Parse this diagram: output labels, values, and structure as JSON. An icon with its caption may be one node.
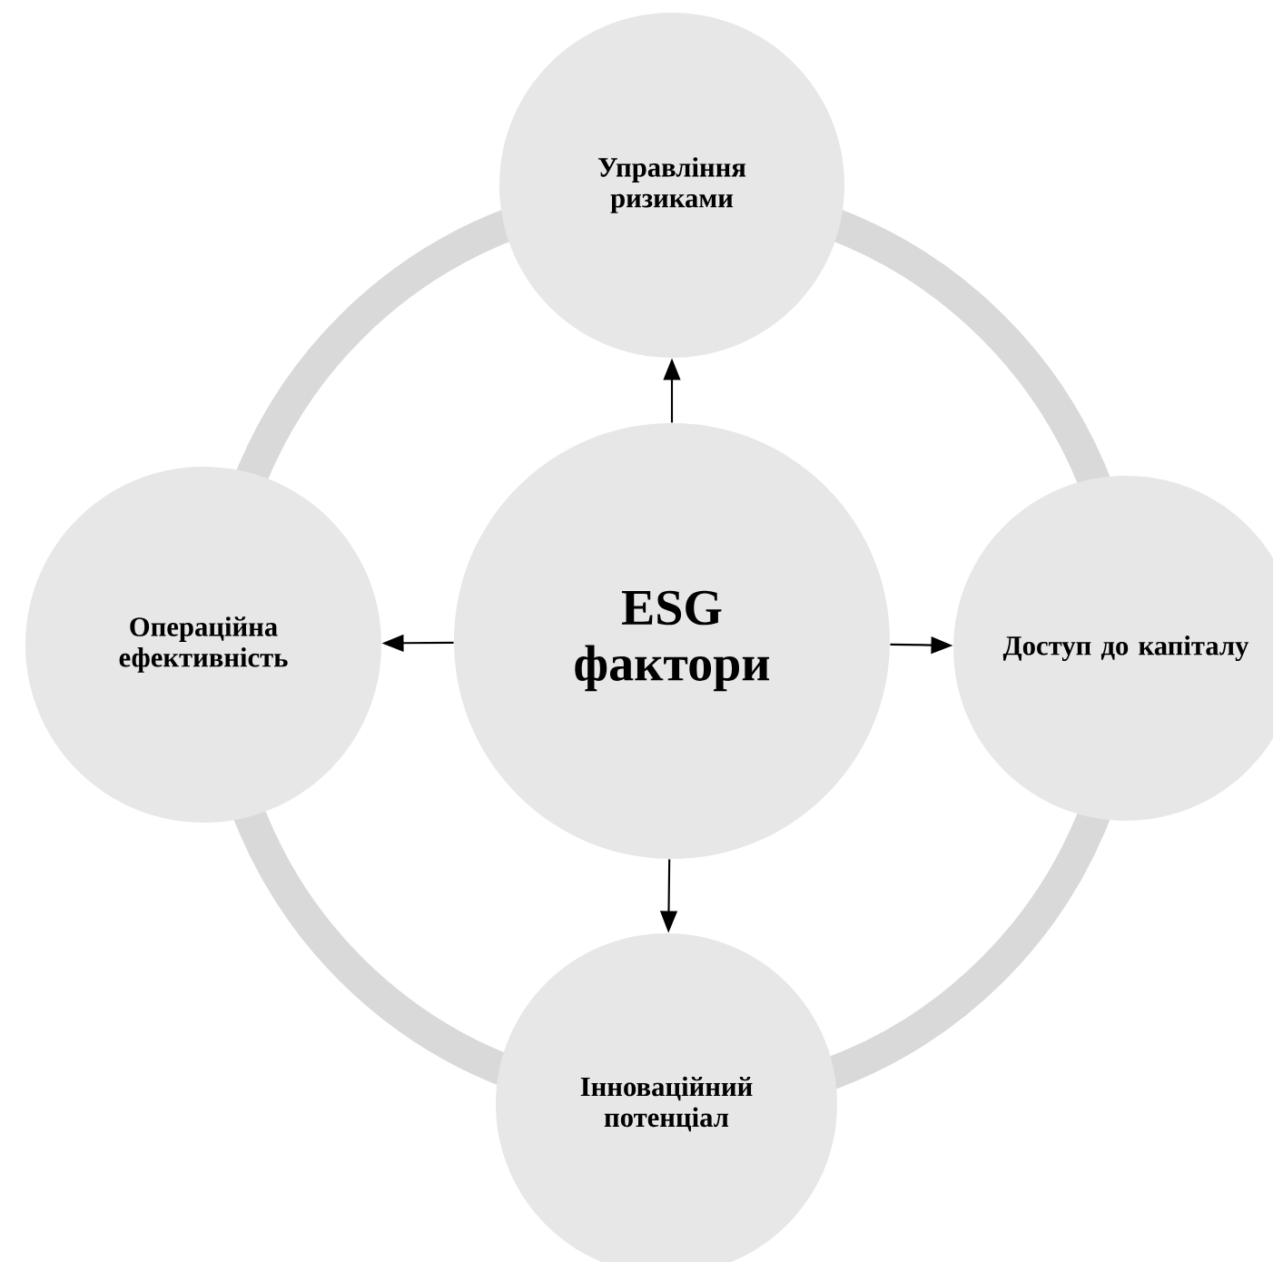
{
  "diagram": {
    "nodes": [
      {
        "text": [
          "ESG фактори"
        ]
      },
      {
        "text": [
          "Управління ризиками"
        ]
      },
      {
        "text": [
          "Операційна ефективність"
        ]
      },
      {
        "text": [
          "Доступ до капіталу"
        ]
      },
      {
        "text": [
          "Інноваційний потенціал"
        ]
      }
    ],
    "edges": [
      {
        "from": 0,
        "to": 1,
        "arrow": "to"
      },
      {
        "from": 0,
        "to": 2,
        "arrow": "to"
      },
      {
        "from": 0,
        "to": 3,
        "arrow": "to"
      },
      {
        "from": 0,
        "to": 4,
        "arrow": "to"
      }
    ]
  }
}
